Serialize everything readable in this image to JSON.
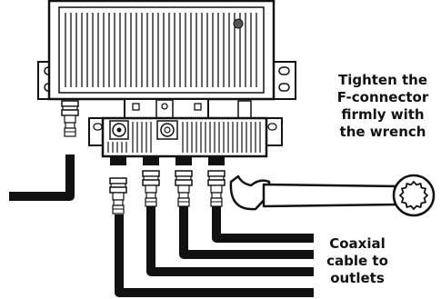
{
  "labels": {
    "tighten": [
      "Tighten the",
      "F-connector",
      "firmly with",
      "the wrench"
    ],
    "coax": [
      "Coaxial",
      "cable to",
      "outlets"
    ]
  },
  "icons": [
    "amplifier-housing",
    "connector-block",
    "f-connector",
    "coaxial-cable",
    "wrench"
  ],
  "colors": {
    "ink": "#111111",
    "paper": "#ffffff",
    "fill": "#f2f2f2"
  }
}
